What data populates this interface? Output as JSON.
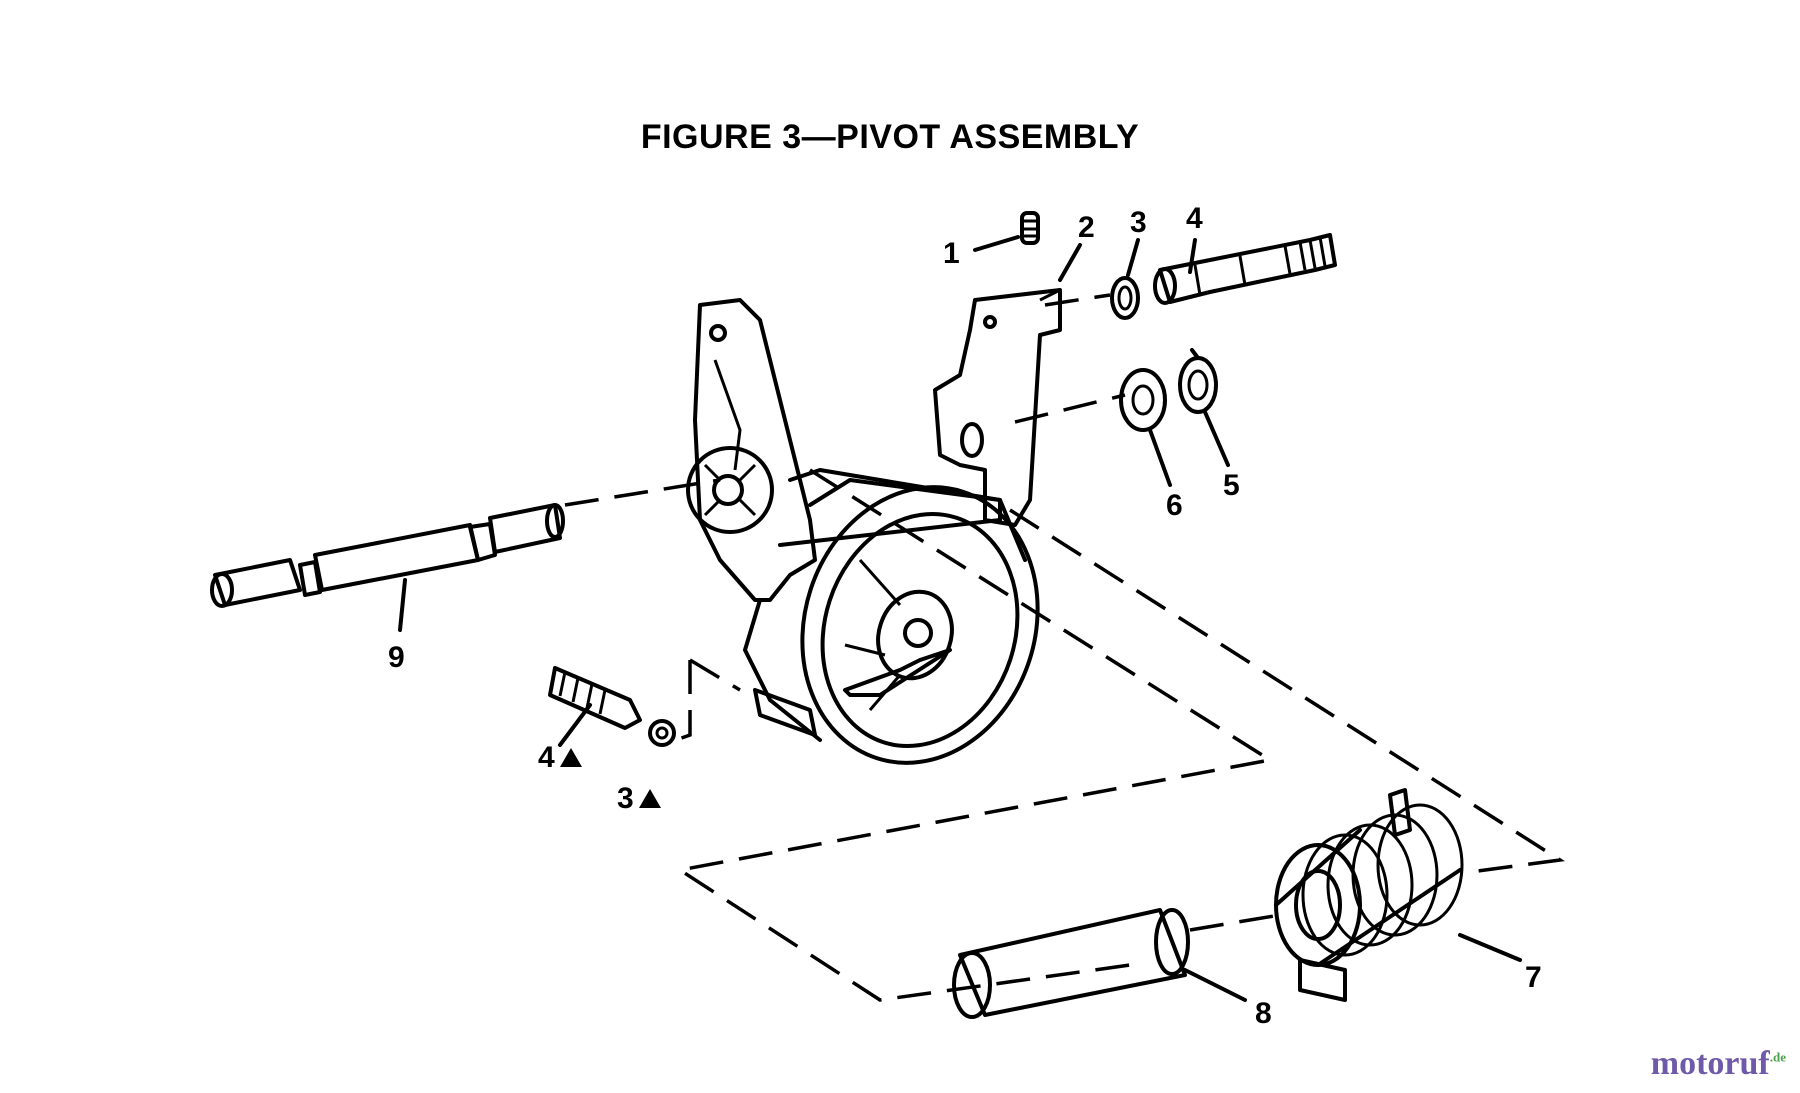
{
  "figure": {
    "title": "FIGURE 3—PIVOT ASSEMBLY"
  },
  "callouts": [
    {
      "id": "c1",
      "label": "1"
    },
    {
      "id": "c2",
      "label": "2"
    },
    {
      "id": "c3",
      "label": "3"
    },
    {
      "id": "c4",
      "label": "4"
    },
    {
      "id": "c5",
      "label": "5"
    },
    {
      "id": "c6",
      "label": "6"
    },
    {
      "id": "c7",
      "label": "7"
    },
    {
      "id": "c8",
      "label": "8"
    },
    {
      "id": "c9",
      "label": "9"
    },
    {
      "id": "c4b",
      "label": "4"
    },
    {
      "id": "c3b",
      "label": "3"
    }
  ],
  "watermark": {
    "name": "motoruf",
    "suffix": ".de"
  }
}
